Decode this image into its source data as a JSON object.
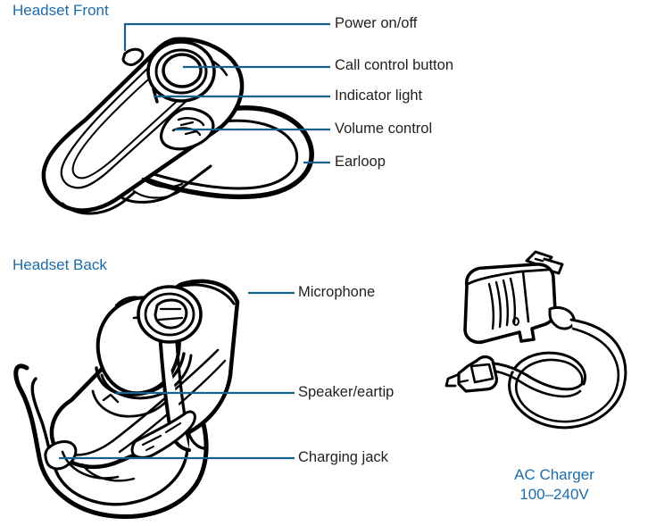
{
  "figure": {
    "type": "product-diagram",
    "subject": "Bluetooth headset and AC charger",
    "background_color": "#ffffff",
    "accent_color": "#1c6ca8",
    "line_color": "#15628f",
    "text_color": "#231f20"
  },
  "sections": {
    "front": {
      "heading": "Headset Front",
      "callouts": [
        {
          "label": "Power on/off"
        },
        {
          "label": "Call control button"
        },
        {
          "label": "Indicator light"
        },
        {
          "label": "Volume control"
        },
        {
          "label": "Earloop"
        }
      ]
    },
    "back": {
      "heading": "Headset Back",
      "callouts": [
        {
          "label": "Microphone"
        },
        {
          "label": "Speaker/eartip"
        },
        {
          "label": "Charging jack"
        }
      ]
    },
    "charger": {
      "caption_line1": "AC Charger",
      "caption_line2": "100–240V"
    }
  }
}
